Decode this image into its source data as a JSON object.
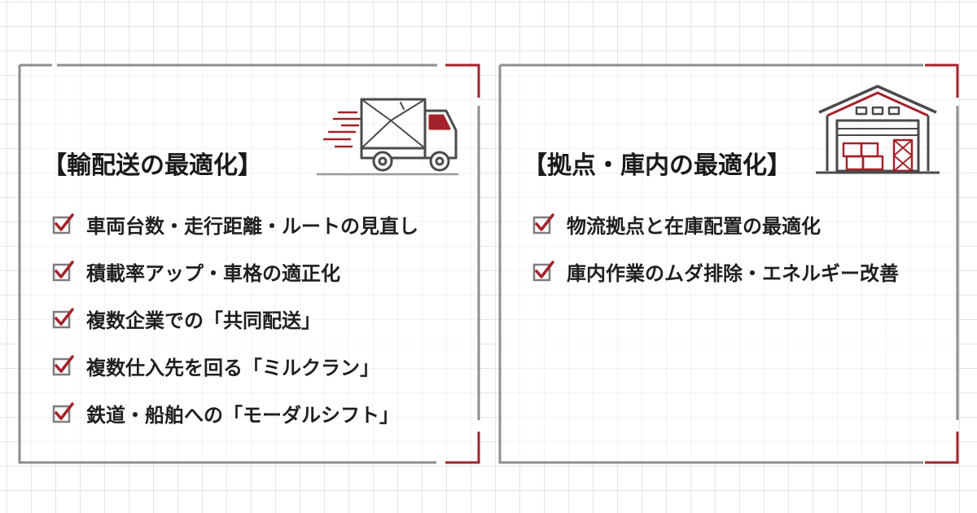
{
  "colors": {
    "accent": "#a4222b",
    "frame": "#8e8e8e",
    "text": "#1f1f1f",
    "grid": "#e4e4e4",
    "checkbox": "#7d7d7d"
  },
  "left_panel": {
    "title": "【輸配送の最適化】",
    "icon": "delivery-truck-icon",
    "items": [
      {
        "label": "車両台数・走行距離・ルートの見直し"
      },
      {
        "label": "積載率アップ・車格の適正化"
      },
      {
        "label": "複数企業での「共同配送」"
      },
      {
        "label": "複数仕入先を回る「ミルクラン」"
      },
      {
        "label": "鉄道・船舶への「モーダルシフト」"
      }
    ]
  },
  "right_panel": {
    "title": "【拠点・庫内の最適化】",
    "icon": "warehouse-icon",
    "items": [
      {
        "label": "物流拠点と在庫配置の最適化"
      },
      {
        "label": "庫内作業のムダ排除・エネルギー改善"
      }
    ]
  }
}
